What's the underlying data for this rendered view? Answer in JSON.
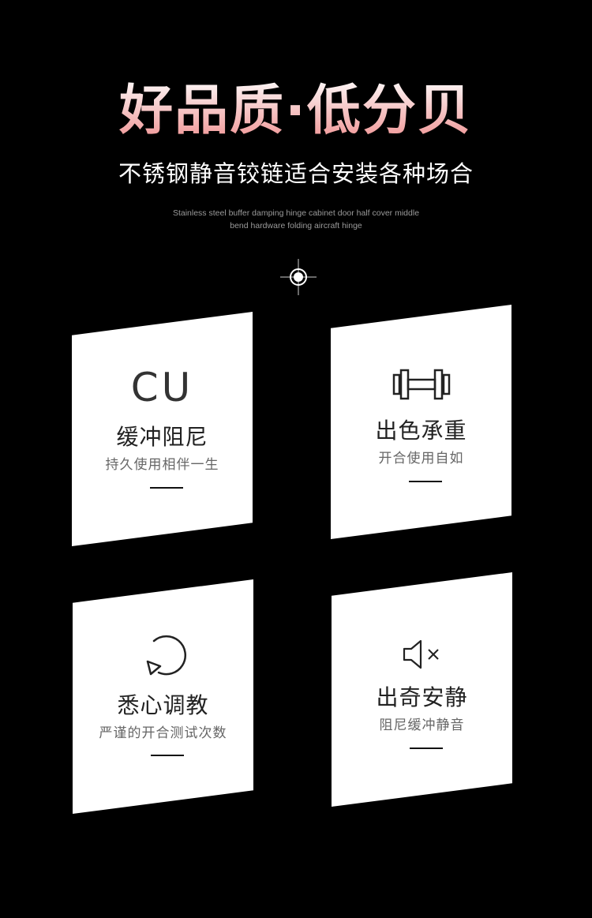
{
  "header": {
    "headline": "好品质·低分贝",
    "subtitle": "不锈钢静音铰链适合安装各种场合",
    "english_line1": "Stainless steel buffer damping hinge cabinet door half cover middle",
    "english_line2": "bend hardware folding aircraft hinge"
  },
  "cards": [
    {
      "icon": "cu-text",
      "icon_text": "CU",
      "title": "缓冲阻尼",
      "desc": "持久使用相伴一生"
    },
    {
      "icon": "dumbbell-icon",
      "title": "出色承重",
      "desc": "开合使用自如"
    },
    {
      "icon": "rotate-arrow-icon",
      "title": "悉心调教",
      "desc": "严谨的开合测试次数"
    },
    {
      "icon": "speaker-mute-icon",
      "title": "出奇安静",
      "desc": "阻尼缓冲静音"
    }
  ],
  "colors": {
    "background": "#000000",
    "headline_gradient_top": "#ffffff",
    "headline_gradient_bottom": "#f08d8d",
    "card": "#ffffff"
  }
}
